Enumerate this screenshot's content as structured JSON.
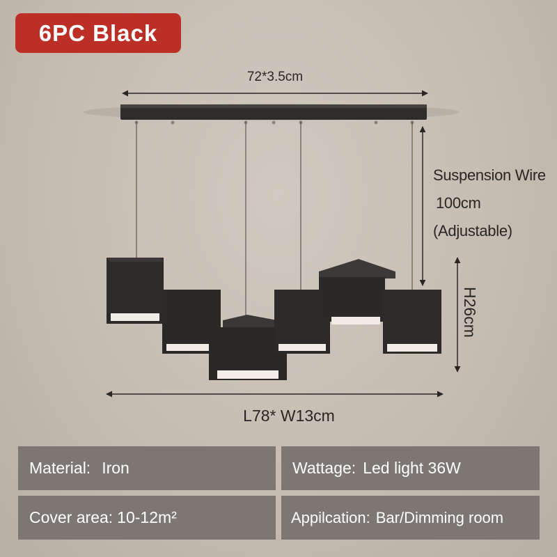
{
  "badge": "6PC  Black",
  "dimensions": {
    "canopy": "72*3.5cm",
    "wire_line1": "Suspension Wire",
    "wire_line2": "100cm",
    "wire_line3": "(Adjustable)",
    "height": "H26cm",
    "footprint": "L78* W13cm"
  },
  "specs": [
    {
      "label": "Material:",
      "value": "Iron"
    },
    {
      "label": "Wattage:",
      "value": "Led light 36W"
    },
    {
      "label": "Cover area:",
      "value": "10-12m²"
    },
    {
      "label": "Appilcation:",
      "value": "Bar/Dimming room"
    }
  ],
  "colors": {
    "background": "#c6bcb2",
    "badge": "#bb2f27",
    "fixture": "#2d2b2a",
    "spec_box": "#7d7773"
  }
}
